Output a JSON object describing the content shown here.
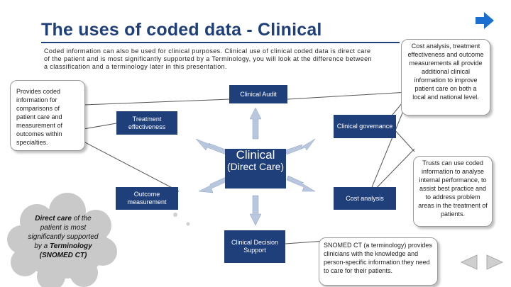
{
  "title": "The uses of coded data - Clinical",
  "intro": "Coded information can also be used for clinical purposes. Clinical use of clinical coded data is direct care of the patient and is most significantly supported by a Terminology, you will look at the difference between a classification and a terminology later in this presentation.",
  "center": {
    "line1": "Clinical",
    "line2": "(Direct Care)"
  },
  "boxes": {
    "clinical_audit": "Clinical Audit",
    "treatment_effectiveness": "Treatment effectiveness",
    "clinical_governance": "Clinical governance",
    "outcome_measurement": "Outcome measurement",
    "cost_analysis": "Cost analysis",
    "clinical_decision_support": "Clinical Decision Support"
  },
  "callouts": {
    "left": "Provides coded information for comparisons of patient care and measurement of outcomes within specialties.",
    "top_right": "Cost analysis, treatment effectiveness and outcome measurements all provide additional clinical information to improve patient care on both a local and national level.",
    "right": "Trusts can use coded information to analyse internal performance, to assist best practice and to address problem areas in the treatment of patients.",
    "bottom": "SNOMED CT (a terminology) provides clinicians with the knowledge and person-specific information they need to care for their patients."
  },
  "cloud": {
    "prefix": "Direct care",
    "middle": " of the patient is most significantly supported by a ",
    "term": "Terminology",
    "suffix": " (SNOMED CT)"
  },
  "icons": {
    "next": "next-arrow-icon",
    "prev": "previous-triangle-icon",
    "fwd": "next-triangle-icon"
  },
  "colors": {
    "accent": "#1f3f7a",
    "arrow": "#b8c7de",
    "nav": "#1b6fd0"
  }
}
